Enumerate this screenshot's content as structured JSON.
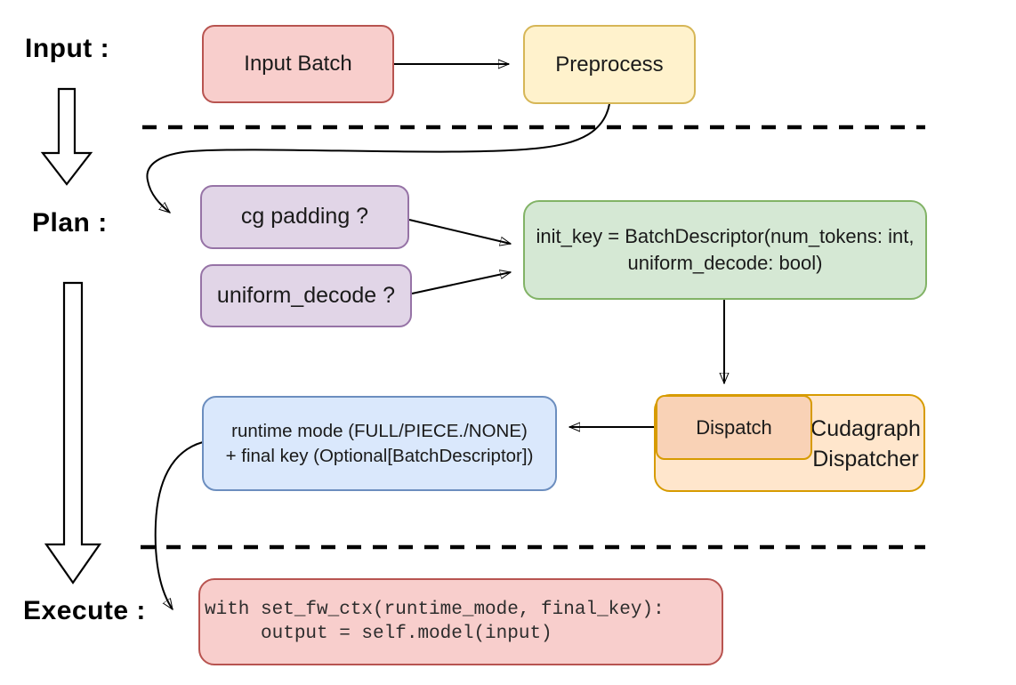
{
  "sections": {
    "input": {
      "label": "Input :"
    },
    "plan": {
      "label": "Plan :"
    },
    "execute": {
      "label": "Execute :"
    }
  },
  "nodes": {
    "input_batch": {
      "label": "Input Batch"
    },
    "preprocess": {
      "label": "Preprocess"
    },
    "cg_padding": {
      "label": "cg padding ?"
    },
    "uniform_decode": {
      "label": "uniform_decode ?"
    },
    "init_key": {
      "line1": "init_key = BatchDescriptor(num_tokens: int,",
      "line2": "uniform_decode: bool)"
    },
    "runtime_result": {
      "line1": "runtime mode (FULL/PIECE./NONE)",
      "line2": "+ final key (Optional[BatchDescriptor])"
    },
    "dispatch": {
      "label": "Dispatch"
    },
    "cudagraph_dispatcher": {
      "line1": "Cudagraph",
      "line2": "Dispatcher"
    },
    "execute_code": {
      "line1": "with set_fw_ctx(runtime_mode, final_key):",
      "line2": "     output = self.model(input)"
    }
  },
  "edges": [
    {
      "from": "input_batch",
      "to": "preprocess",
      "style": "straight-arrow"
    },
    {
      "from": "preprocess",
      "to": "cg_padding",
      "style": "curved-arrow"
    },
    {
      "from": "cg_padding",
      "to": "init_key",
      "style": "straight-arrow"
    },
    {
      "from": "uniform_decode",
      "to": "init_key",
      "style": "straight-arrow"
    },
    {
      "from": "init_key",
      "to": "dispatch",
      "style": "straight-arrow"
    },
    {
      "from": "dispatch",
      "to": "runtime_result",
      "style": "straight-arrow"
    },
    {
      "from": "runtime_result",
      "to": "execute_code",
      "style": "curved-arrow"
    },
    {
      "from": "section-input",
      "to": "section-plan",
      "style": "hollow-block-arrow"
    },
    {
      "from": "section-plan",
      "to": "section-execute",
      "style": "hollow-block-arrow"
    }
  ],
  "dividers": [
    {
      "between": "input/plan",
      "style": "dashed"
    },
    {
      "between": "plan/execute",
      "style": "dashed"
    }
  ],
  "colors": {
    "red_fill": "#f8cecc",
    "red_stroke": "#b85450",
    "yellow_fill": "#fff2cc",
    "yellow_stroke": "#d6b656",
    "purple_fill": "#e1d5e7",
    "purple_stroke": "#9673a6",
    "green_fill": "#d5e8d4",
    "green_stroke": "#82b366",
    "blue_fill": "#dae8fc",
    "blue_stroke": "#6c8ebf",
    "orange_fill": "#ffe6cc",
    "orange_stroke": "#d79b00",
    "dispatch_fill": "#f9d2b6",
    "text": "#1a1a1a",
    "line": "#000000"
  }
}
